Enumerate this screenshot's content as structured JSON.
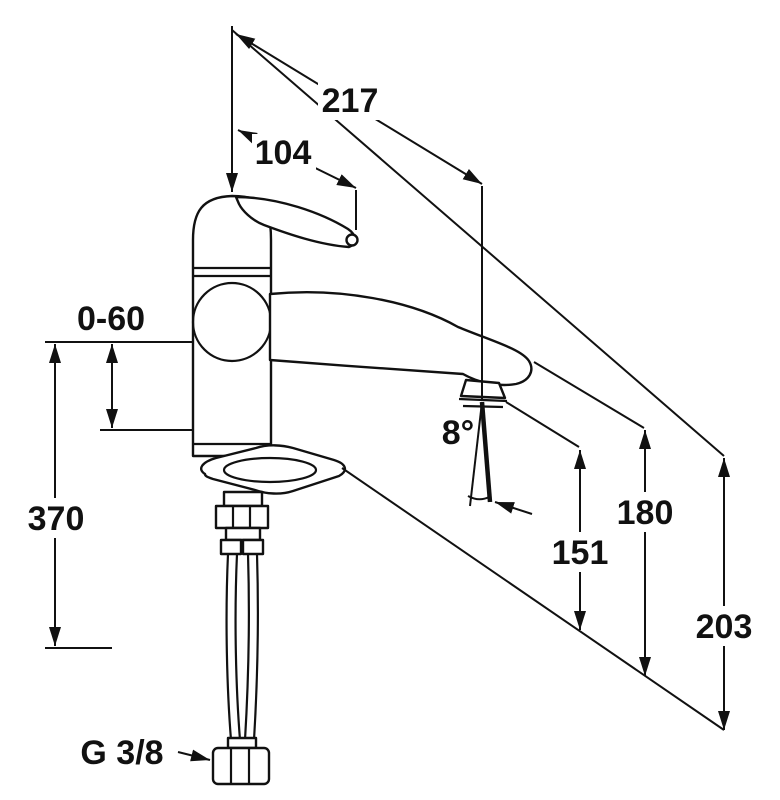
{
  "drawing": {
    "background": "#ffffff",
    "line_color": "#111111",
    "labels": {
      "spout_projection": "217",
      "lever_reach": "104",
      "mounting_range": "0-60",
      "hose_length": "370",
      "outlet_height": "151",
      "spout_top_height": "180",
      "overall_height": "203",
      "stream_angle": "8°",
      "connection_thread": "G 3/8"
    }
  }
}
